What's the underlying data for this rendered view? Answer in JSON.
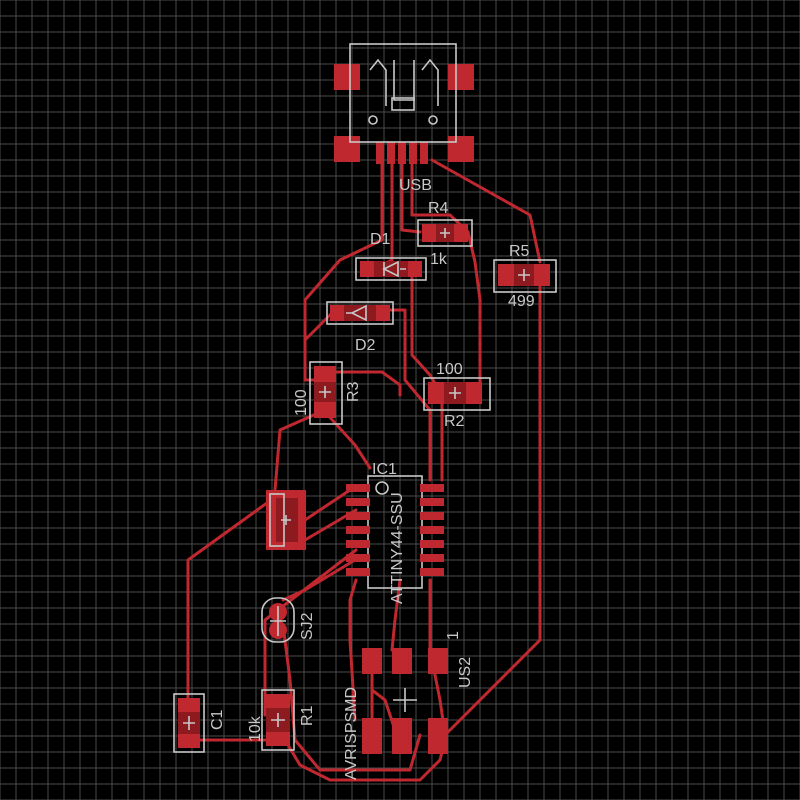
{
  "colors": {
    "background": "#000000",
    "grid": "#4a4a4a",
    "copper": "#c0282f",
    "copper_dark": "#8c1a1e",
    "silkscreen": "#c8c8c8"
  },
  "labels": {
    "usb": "USB",
    "r4": "R4",
    "r4_value": "1k",
    "d1": "D1",
    "r5": "R5",
    "r5_value": "499",
    "d2": "D2",
    "r3": "R3",
    "r3_value": "100",
    "r2": "R2",
    "r2_value": "100",
    "ic1": "IC1",
    "ic1_value": "ATTINY44-SSU",
    "sj2": "SJ2",
    "us2": "US2",
    "pin1": "1",
    "avrispsmd": "AVRISPSMD",
    "c1": "C1",
    "r1": "R1",
    "r1_value": "10k"
  }
}
